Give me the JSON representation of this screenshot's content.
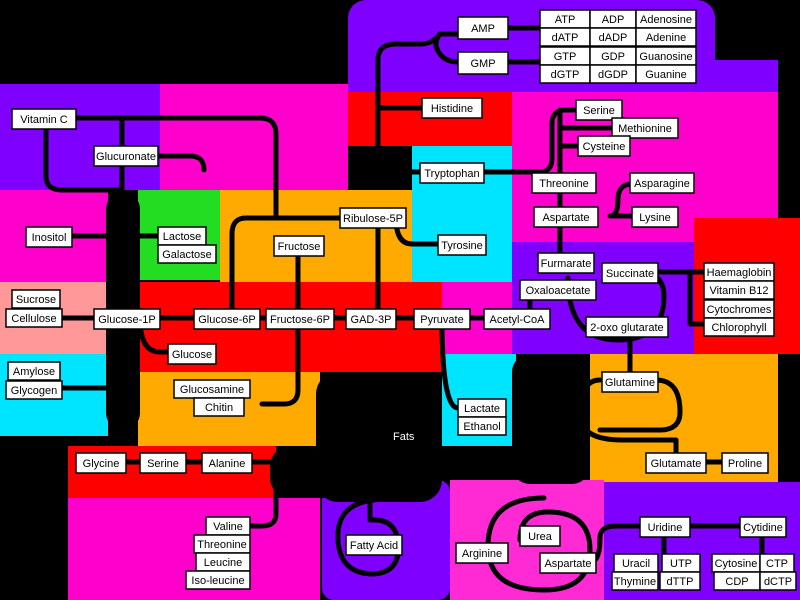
{
  "colors": {
    "background": "#000000",
    "purple": "#7f00ff",
    "magenta": "#ff00cc",
    "pink": "#ff2ad4",
    "red": "#ff0000",
    "orange": "#ffaa00",
    "cyan": "#00e5ff",
    "green": "#22dd22",
    "salmon": "#ff9999",
    "node_fill": "#ffffff",
    "edge": "#000000"
  },
  "fats_label": "Fats",
  "nodes": {
    "amp": "AMP",
    "gmp": "GMP",
    "atp": "ATP",
    "adp": "ADP",
    "adenosine": "Adenosine",
    "datp": "dATP",
    "dadp": "dADP",
    "adenine": "Adenine",
    "gtp": "GTP",
    "gdp": "GDP",
    "guanosine": "Guanosine",
    "dgtp": "dGTP",
    "dgdp": "dGDP",
    "guanine": "Guanine",
    "vitamin_c": "Vitamin C",
    "glucuronate": "Glucuronate",
    "inositol": "Inositol",
    "lactose": "Lactose",
    "galactose": "Galactose",
    "sucrose": "Sucrose",
    "cellulose": "Cellulose",
    "amylose": "Amylose",
    "glycogen": "Glycogen",
    "histidine": "Histidine",
    "tryptophan": "Tryptophan",
    "tyrosine": "Tyrosine",
    "ribulose_5p": "Ribulose-5P",
    "fructose": "Fructose",
    "glucose_1p": "Glucose-1P",
    "glucose_6p": "Glucose-6P",
    "fructose_6p": "Fructose-6P",
    "gad_3p": "GAD-3P",
    "pyruvate": "Pyruvate",
    "acetyl_coa": "Acetyl-CoA",
    "glucose": "Glucose",
    "glucosamine": "Glucosamine",
    "chitin": "Chitin",
    "lactate": "Lactate",
    "ethanol": "Ethanol",
    "serine_top": "Serine",
    "methionine": "Methionine",
    "cysteine": "Cysteine",
    "threonine_top": "Threonine",
    "asparagine": "Asparagine",
    "aspartate_top": "Aspartate",
    "lysine": "Lysine",
    "furmarate": "Furmarate",
    "succinate": "Succinate",
    "oxaloacetate": "Oxaloacetate",
    "oxo_glutarate": "2-oxo glutarate",
    "haemaglobin": "Haemaglobin",
    "vitamin_b12": "Vitamin B12",
    "cytochromes": "Cytochromes",
    "chlorophyll": "Chlorophyll",
    "glutamine": "Glutamine",
    "glutamate": "Glutamate",
    "proline": "Proline",
    "glycine": "Glycine",
    "serine_low": "Serine",
    "alanine": "Alanine",
    "valine": "Valine",
    "threonine_low": "Threonine",
    "leucine": "Leucine",
    "isoleucine": "Iso-leucine",
    "fatty_acid": "Fatty Acid",
    "arginine": "Arginine",
    "urea": "Urea",
    "aspartate_low": "Aspartate",
    "uridine": "Uridine",
    "cytidine": "Cytidine",
    "uracil": "Uracil",
    "utp": "UTP",
    "thymine": "Thymine",
    "dttp": "dTTP",
    "cytosine": "Cytosine",
    "ctp": "CTP",
    "cdp": "CDP",
    "dctp": "dCTP"
  }
}
